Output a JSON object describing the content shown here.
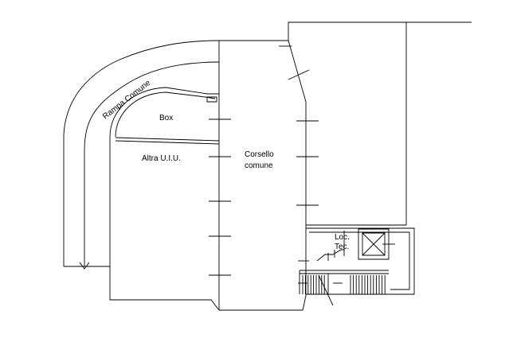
{
  "labels": {
    "ramp": "Rampa Comune",
    "box": "Box",
    "other_unit": "Altra U.I.U.",
    "corridor_line1": "Corsello",
    "corridor_line2": "comune",
    "tech_line1": "Loc.",
    "tech_line2": "Tec."
  },
  "colors": {
    "line": "#000000",
    "background": "#ffffff"
  }
}
